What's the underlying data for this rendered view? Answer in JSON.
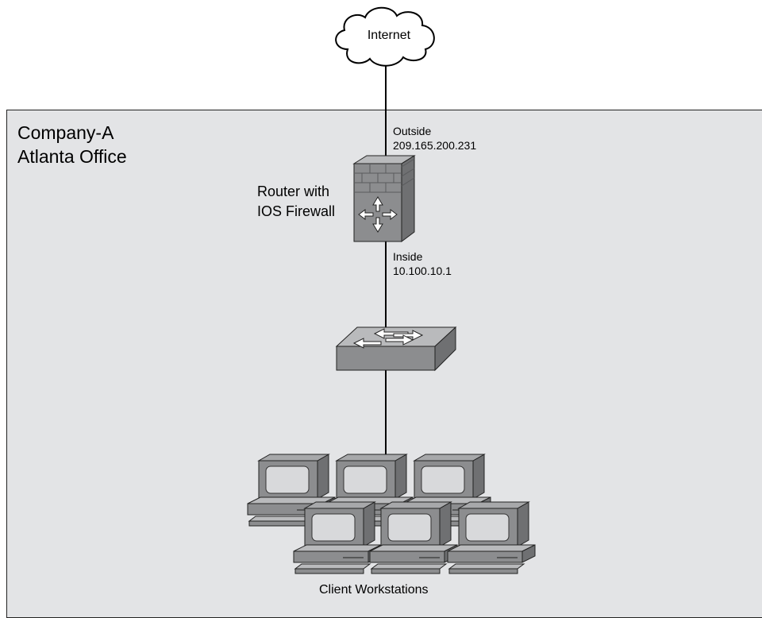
{
  "cloud": {
    "label": "Internet"
  },
  "site": {
    "title_line1": "Company-A",
    "title_line2": "Atlanta Office"
  },
  "router": {
    "label_line1": "Router with",
    "label_line2": "IOS Firewall"
  },
  "outside": {
    "label": "Outside",
    "ip": "209.165.200.231"
  },
  "inside": {
    "label": "Inside",
    "ip": "10.100.10.1"
  },
  "switch": {},
  "clients": {
    "label": "Client Workstations",
    "count": 6
  },
  "colors": {
    "site_fill": "#e3e4e6",
    "device_fill": "#8c8d8f",
    "device_light": "#b9babc",
    "screen": "#d8d9db"
  }
}
